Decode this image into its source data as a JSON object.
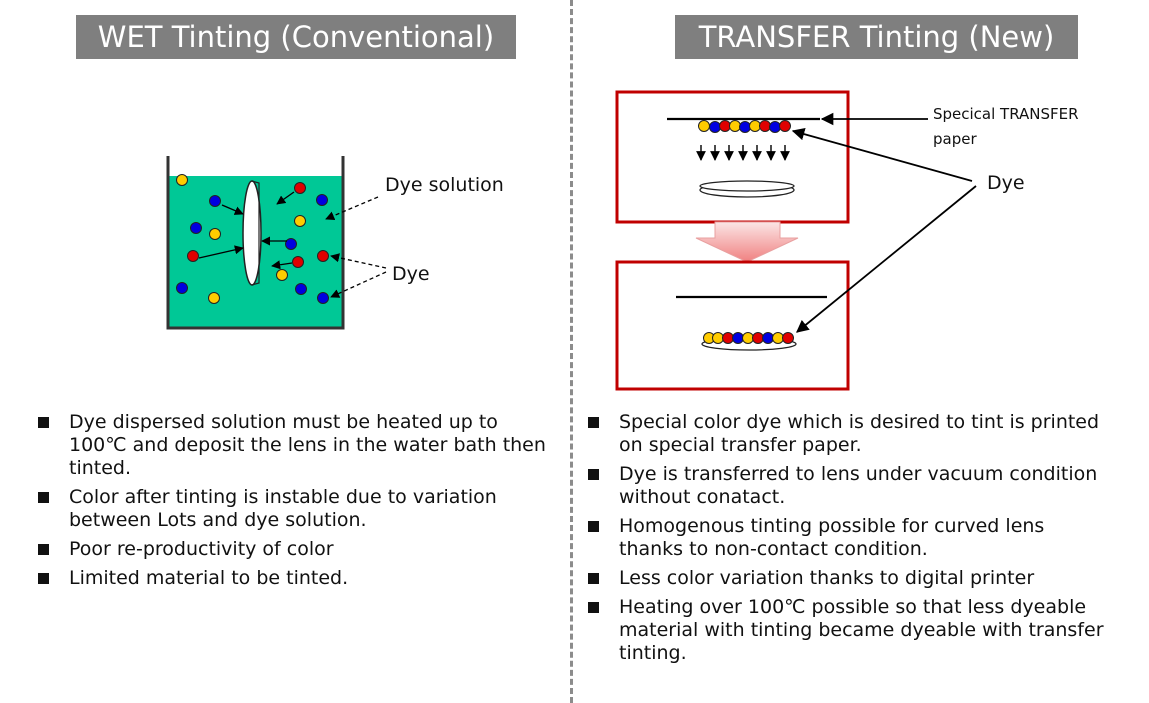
{
  "left": {
    "title": "WET Tinting (Conventional)",
    "labels": {
      "dye_solution": "Dye solution",
      "dye": "Dye"
    },
    "bullets": [
      "Dye dispersed solution must be heated up to 100℃ and deposit the lens in the water bath then tinted.",
      "Color after tinting is instable due to variation between Lots and dye solution.",
      "Poor re-productivity of color",
      "Limited material to be tinted."
    ]
  },
  "right": {
    "title": "TRANSFER Tinting (New)",
    "labels": {
      "transfer_paper_line1": "Specical TRANSFER",
      "transfer_paper_line2": "paper",
      "dye": "Dye"
    },
    "bullets": [
      "Special color dye which is desired to tint is printed on special transfer paper.",
      "Dye is transferred to lens under vacuum condition without conatact.",
      "Homogenous tinting possible for curved lens thanks to non-contact condition.",
      "Less color variation thanks to digital printer",
      "Heating over 100℃ possible so that less dyeable material with tinting became dyeable with transfer tinting."
    ]
  },
  "colors": {
    "title_bg": "#7f7f7f",
    "dye_bath": "#00c896",
    "box_border": "#c00000",
    "dot_blue": "#0000e0",
    "dot_red": "#e00000",
    "dot_yellow": "#ffcc00",
    "divider": "#8c8c8c"
  },
  "icons": [
    "wet-bath-diagram",
    "lens-icon",
    "dye-dot-icon",
    "transfer-box-icon",
    "transfer-arrow-icon"
  ]
}
